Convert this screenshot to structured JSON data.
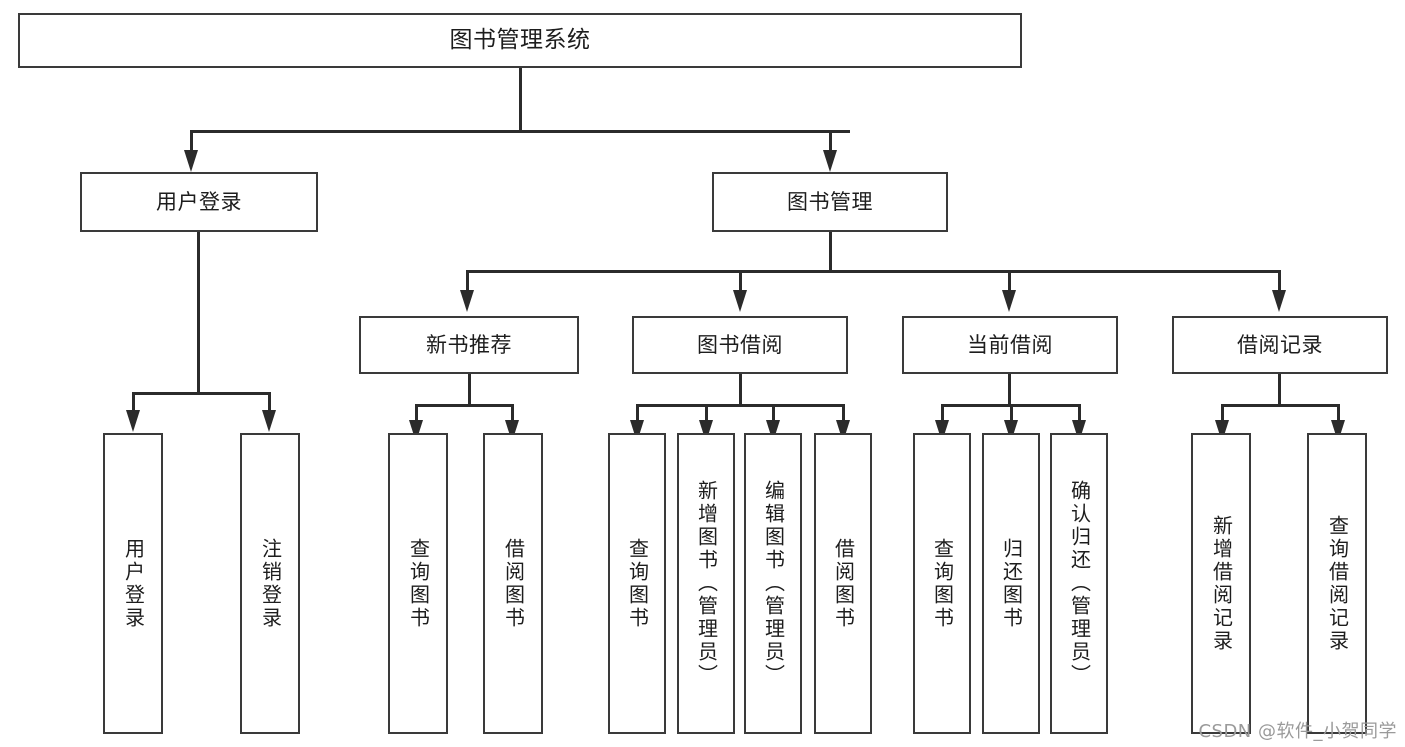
{
  "diagram": {
    "title": "图书管理系统",
    "type": "功能结构图",
    "watermark": "CSDN @软件_小贺同学",
    "colors": {
      "box_border": "#3a3a3a",
      "connector": "#2b2b2b",
      "background": "#ffffff",
      "text": "#1d1d1d",
      "watermark": "#9a9a9a"
    }
  },
  "nodes": {
    "root": {
      "label": "图书管理系统"
    },
    "level2": [
      {
        "label": "用户登录"
      },
      {
        "label": "图书管理"
      }
    ],
    "level3": [
      {
        "label": "新书推荐"
      },
      {
        "label": "图书借阅"
      },
      {
        "label": "当前借阅"
      },
      {
        "label": "借阅记录"
      }
    ],
    "leaves": {
      "user_login": [
        {
          "label": "用户登录"
        },
        {
          "label": "注销登录"
        }
      ],
      "new_book_recommend": [
        {
          "label": "查询图书"
        },
        {
          "label": "借阅图书"
        }
      ],
      "book_borrow": [
        {
          "label": "查询图书"
        },
        {
          "label": "新增图书（管理员）"
        },
        {
          "label": "编辑图书（管理员）"
        },
        {
          "label": "借阅图书"
        }
      ],
      "current_borrow": [
        {
          "label": "查询图书"
        },
        {
          "label": "归还图书"
        },
        {
          "label": "确认归还（管理员）"
        }
      ],
      "borrow_record": [
        {
          "label": "新增借阅记录"
        },
        {
          "label": "查询借阅记录"
        }
      ]
    }
  }
}
